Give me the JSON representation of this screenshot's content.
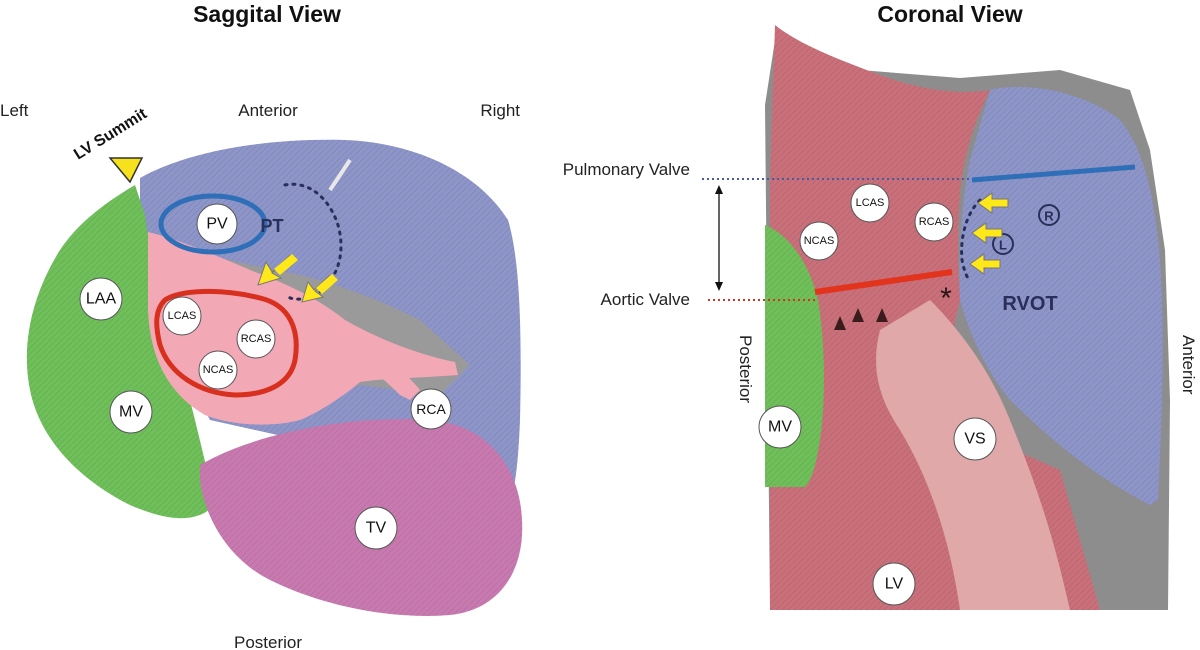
{
  "sagittal": {
    "title": "Saggital View",
    "orientation": {
      "left": "Left",
      "top": "Anterior",
      "right": "Right",
      "bottom": "Posterior"
    },
    "lv_summit": "LV Summit",
    "labels": {
      "pv": "PV",
      "pt": "PT",
      "laa": "LAA",
      "mv": "MV",
      "lcas": "LCAS",
      "rcas": "RCAS",
      "ncas": "NCAS",
      "rca": "RCA",
      "tv": "TV"
    }
  },
  "coronal": {
    "title": "Coronal View",
    "pulmonary_valve": "Pulmonary Valve",
    "aortic_valve": "Aortic Valve",
    "posterior": "Posterior",
    "anterior": "Anterior",
    "labels": {
      "lcas": "LCAS",
      "rcas": "RCAS",
      "ncas": "NCAS",
      "rvot": "RVOT",
      "mv": "MV",
      "vs": "VS",
      "lv": "LV",
      "r": "R",
      "l": "L",
      "asterisk": "*"
    }
  },
  "colors": {
    "green": "#6fbf5a",
    "blue_region": "#8e95c8",
    "red_region": "#c9707a",
    "pink_region": "#f3a9b5",
    "magenta_region": "#c87ab0",
    "pv_ring": "#2f6fb8",
    "cusp_ring": "#d8301e",
    "arrow": "#ffe81a",
    "summit": "#f5e21c"
  }
}
